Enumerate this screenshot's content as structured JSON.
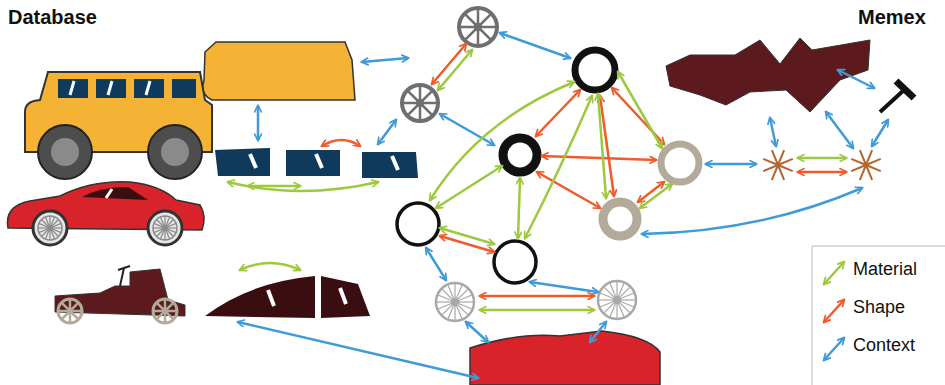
{
  "diagram": {
    "labels": [
      "Database",
      "Memex"
    ],
    "legend": [
      {
        "text": "Material"
      },
      {
        "text": "Shape"
      },
      {
        "text": "Context"
      }
    ]
  }
}
